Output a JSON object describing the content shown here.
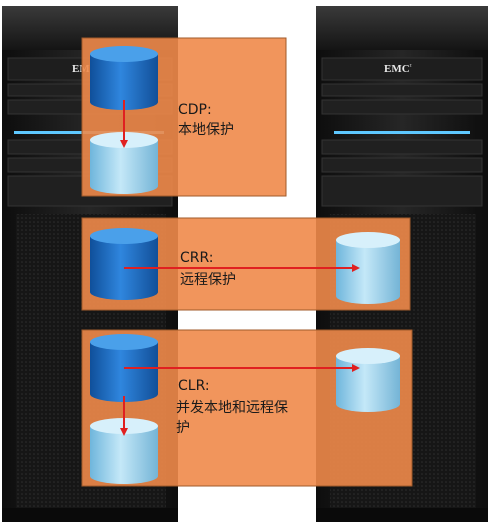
{
  "brand": "EMC",
  "brand_mark": "²",
  "colors": {
    "panel": "#f08a4a",
    "panel_stroke": "#a05a2a",
    "arrow": "#e02020",
    "disk_dark": "#1e6fc8",
    "disk_light": "#a6d6ee",
    "cabinet": "#1c1c1c",
    "light_strip": "#5ec8ff"
  },
  "panels": [
    {
      "id": "cdp",
      "title": "CDP:",
      "desc_lines": [
        "本地保护"
      ]
    },
    {
      "id": "crr",
      "title": "CRR:",
      "desc_lines": [
        "远程保护"
      ]
    },
    {
      "id": "clr",
      "title": "CLR:",
      "desc_lines": [
        "并发本地和远程保",
        "护"
      ]
    }
  ]
}
